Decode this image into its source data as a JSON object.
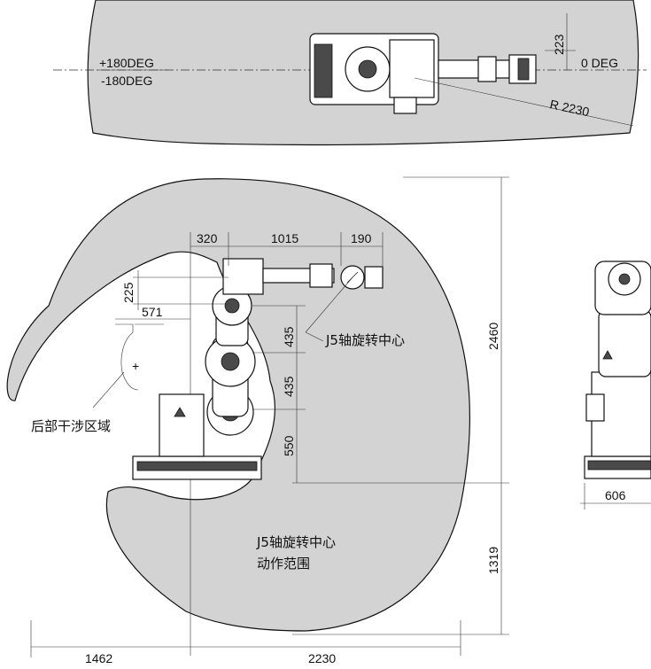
{
  "top_view": {
    "angle_plus": "+180DEG",
    "angle_minus": "-180DEG",
    "angle_zero": "0 DEG",
    "offset_dim": "223",
    "radius": "R 2230"
  },
  "side_view": {
    "dims": {
      "d320": "320",
      "d1015": "1015",
      "d190": "190",
      "d225": "225",
      "d571": "571",
      "d435a": "435",
      "d435b": "435",
      "d550": "550",
      "d2460": "2460",
      "d1319": "1319",
      "d1462": "1462",
      "d2230": "2230"
    },
    "labels": {
      "j5_center": "J5轴旋转中心",
      "rear_interference": "后部干涉区域",
      "range_line1": "J5轴旋转中心",
      "range_line2": "动作范围"
    }
  },
  "front_view": {
    "width_dim": "606"
  }
}
